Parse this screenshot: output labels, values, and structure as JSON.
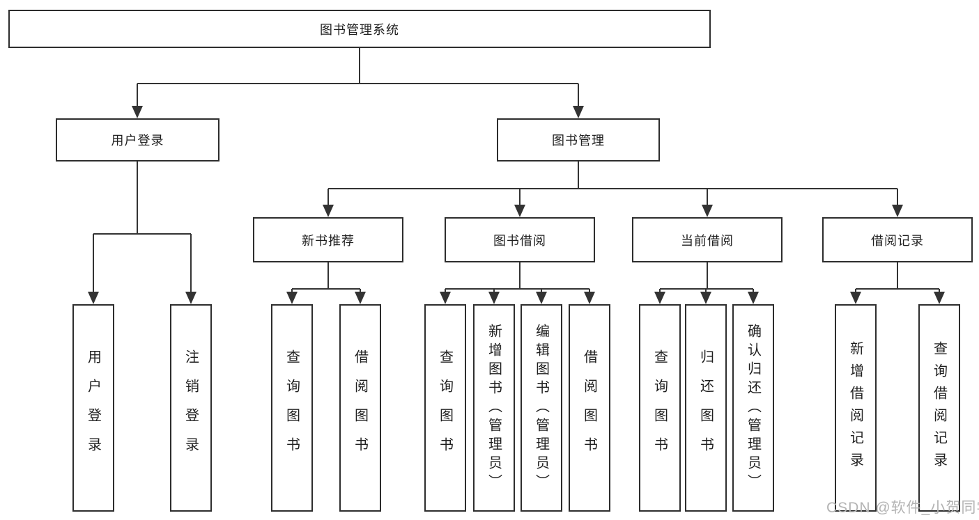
{
  "diagram": {
    "tree": {
      "root": {
        "label": "图书管理系统"
      },
      "branches": [
        {
          "label": "用户登录",
          "children": [
            {
              "label": "用户登录"
            },
            {
              "label": "注销登录"
            }
          ]
        },
        {
          "label": "图书管理",
          "children": [
            {
              "label": "新书推荐",
              "children": [
                {
                  "label": "查询图书"
                },
                {
                  "label": "借阅图书"
                }
              ]
            },
            {
              "label": "图书借阅",
              "children": [
                {
                  "label": "查询图书"
                },
                {
                  "label": "新增图书（管理员）"
                },
                {
                  "label": "编辑图书（管理员）"
                },
                {
                  "label": "借阅图书"
                }
              ]
            },
            {
              "label": "当前借阅",
              "children": [
                {
                  "label": "查询图书"
                },
                {
                  "label": "归还图书"
                },
                {
                  "label": "确认归还（管理员）"
                }
              ]
            },
            {
              "label": "借阅记录",
              "children": [
                {
                  "label": "新增借阅记录"
                },
                {
                  "label": "查询借阅记录"
                }
              ]
            }
          ]
        }
      ]
    },
    "colors": {
      "line": "#333333",
      "box_border": "#2d2d2d",
      "text": "#1f1f1f",
      "background": "#ffffff"
    }
  },
  "watermark": {
    "text": "CSDN @软件_小贺同学",
    "color": "#b3b3b3"
  }
}
